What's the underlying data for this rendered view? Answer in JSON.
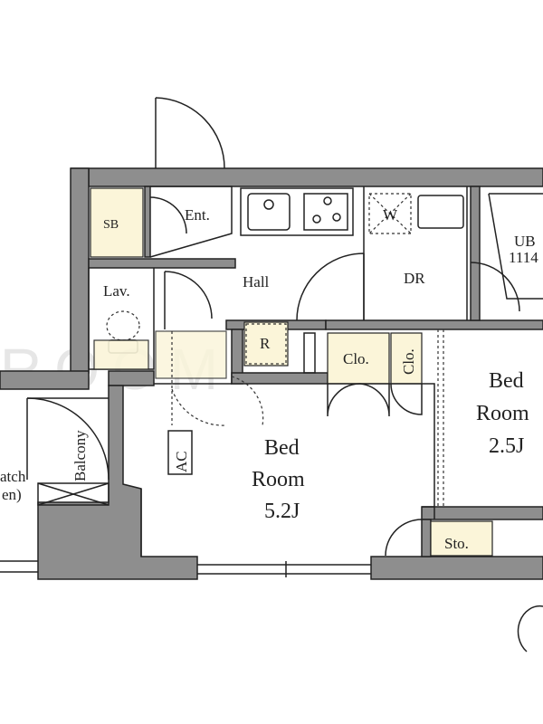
{
  "plan": {
    "watermark": "ROOM",
    "rooms": {
      "entrance": "Ent.",
      "shoe_box": "SB",
      "hall": "Hall",
      "lavatory": "Lav.",
      "refrigerator": "R",
      "washer": "W",
      "dining": "DR",
      "unit_bath_code": "UB",
      "unit_bath_size": "1114",
      "closet_1": "Clo.",
      "closet_2": "Clo.",
      "bedroom_main_name": "Bed",
      "bedroom_main_name2": "Room",
      "bedroom_main_size": "5.2J",
      "bedroom_second_name": "Bed",
      "bedroom_second_name2": "Room",
      "bedroom_second_size": "2.5J",
      "storage": "Sto.",
      "air_conditioner": "AC",
      "balcony": "Balcony",
      "hatch_line1": "atch",
      "hatch_line2": "en)"
    },
    "colors": {
      "wall": "#8e8e8e",
      "storage_fill": "#fbf5d9",
      "line": "#222222"
    }
  }
}
